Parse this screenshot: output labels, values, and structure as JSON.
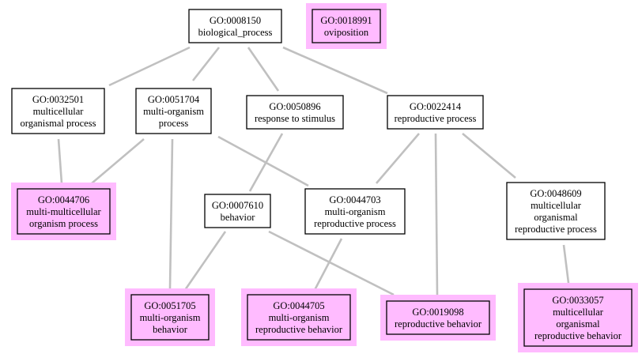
{
  "colors": {
    "edge": "#c0c0c0",
    "highlight_fill": "#ffbbff",
    "node_border": "#000000",
    "node_fill": "#ffffff"
  },
  "nodes": [
    {
      "id": "n8150",
      "lines": [
        "GO:0008150",
        "biological_process"
      ],
      "highlighted": false
    },
    {
      "id": "n18991",
      "lines": [
        "GO:0018991",
        "oviposition"
      ],
      "highlighted": true
    },
    {
      "id": "n32501",
      "lines": [
        "GO:0032501",
        "multicellular",
        "organismal process"
      ],
      "highlighted": false
    },
    {
      "id": "n51704",
      "lines": [
        "GO:0051704",
        "multi-organism",
        "process"
      ],
      "highlighted": false
    },
    {
      "id": "n50896",
      "lines": [
        "GO:0050896",
        "response to stimulus"
      ],
      "highlighted": false
    },
    {
      "id": "n22414",
      "lines": [
        "GO:0022414",
        "reproductive process"
      ],
      "highlighted": false
    },
    {
      "id": "n44706",
      "lines": [
        "GO:0044706",
        "multi-multicellular",
        "organism process"
      ],
      "highlighted": true
    },
    {
      "id": "n7610",
      "lines": [
        "GO:0007610",
        "behavior"
      ],
      "highlighted": false
    },
    {
      "id": "n44703",
      "lines": [
        "GO:0044703",
        "multi-organism",
        "reproductive process"
      ],
      "highlighted": false
    },
    {
      "id": "n48609",
      "lines": [
        "GO:0048609",
        "multicellular",
        "organismal",
        "reproductive process"
      ],
      "highlighted": false
    },
    {
      "id": "n51705",
      "lines": [
        "GO:0051705",
        "multi-organism",
        "behavior"
      ],
      "highlighted": true
    },
    {
      "id": "n44705",
      "lines": [
        "GO:0044705",
        "multi-organism",
        "reproductive behavior"
      ],
      "highlighted": true
    },
    {
      "id": "n19098",
      "lines": [
        "GO:0019098",
        "reproductive behavior"
      ],
      "highlighted": true
    },
    {
      "id": "n33057",
      "lines": [
        "GO:0033057",
        "multicellular",
        "organismal",
        "reproductive behavior"
      ],
      "highlighted": true
    }
  ],
  "edges": [
    [
      "n8150",
      "n32501"
    ],
    [
      "n8150",
      "n51704"
    ],
    [
      "n8150",
      "n50896"
    ],
    [
      "n8150",
      "n22414"
    ],
    [
      "n32501",
      "n44706"
    ],
    [
      "n51704",
      "n44706"
    ],
    [
      "n51704",
      "n51705"
    ],
    [
      "n51704",
      "n44703"
    ],
    [
      "n50896",
      "n7610"
    ],
    [
      "n22414",
      "n44703"
    ],
    [
      "n22414",
      "n19098"
    ],
    [
      "n22414",
      "n48609"
    ],
    [
      "n7610",
      "n51705"
    ],
    [
      "n7610",
      "n19098"
    ],
    [
      "n44703",
      "n44705"
    ],
    [
      "n48609",
      "n33057"
    ]
  ]
}
